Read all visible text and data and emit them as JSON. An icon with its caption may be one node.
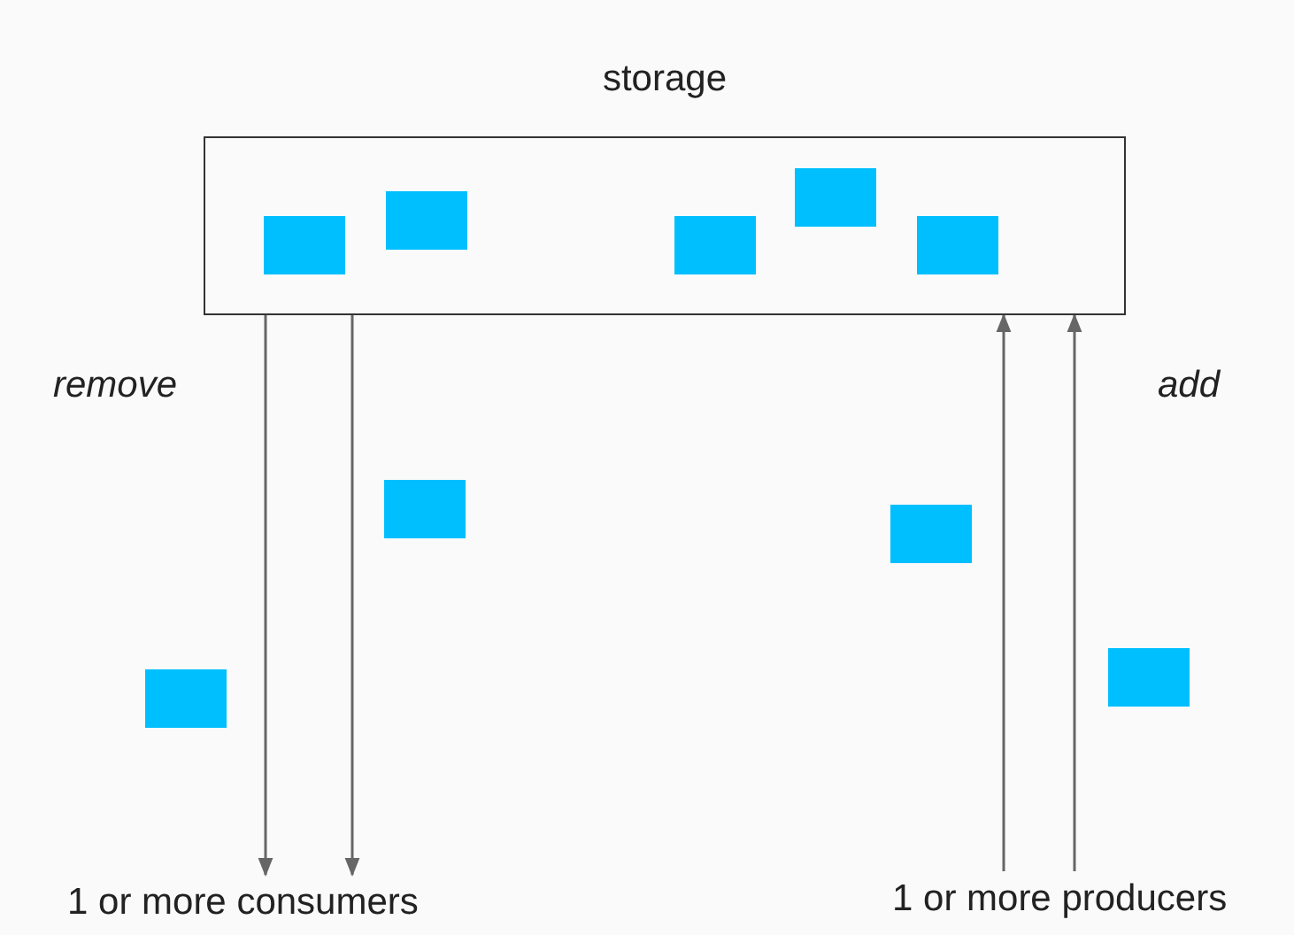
{
  "diagram": {
    "nodes": [
      {
        "text": [
          "storage"
        ]
      },
      {
        "text": [],
        "shape": "box",
        "in": 0
      },
      {
        "text": [],
        "shape": "box",
        "in": 0
      },
      {
        "text": [],
        "shape": "box",
        "in": 0
      },
      {
        "text": [],
        "shape": "box",
        "in": 0
      },
      {
        "text": [],
        "shape": "box",
        "in": 0
      },
      {
        "text": [
          "1 or more consumers"
        ]
      },
      {
        "text": [
          "1 or more producers"
        ]
      },
      {
        "text": [],
        "shape": "box"
      },
      {
        "text": [],
        "shape": "box"
      },
      {
        "text": [],
        "shape": "box"
      },
      {
        "text": [],
        "shape": "box"
      }
    ],
    "edges": [
      {
        "from": 0,
        "to": 6,
        "arrow": "to"
      },
      {
        "from": 0,
        "to": 6,
        "arrow": "to"
      },
      {
        "from": 7,
        "to": 0,
        "arrow": "to"
      },
      {
        "from": 7,
        "to": 0,
        "arrow": "to"
      }
    ],
    "labels": [
      "remove",
      "add"
    ]
  }
}
